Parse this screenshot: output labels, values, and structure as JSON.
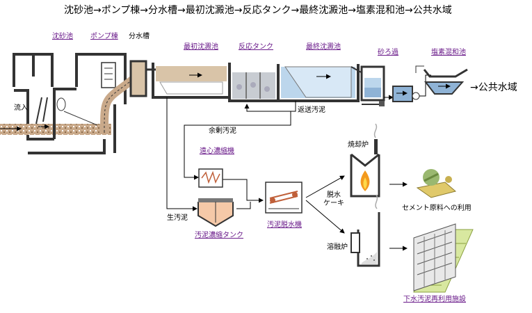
{
  "flow_title": "沈砂池→ポンプ棟→分水槽→最初沈澱池→反応タンク→最終沈澱池→塩素混和池→公共水域",
  "facility_links": {
    "grit_chamber": "沈砂池",
    "pump_house": "ポンプ棟",
    "primary_clarifier": "最初沈澱池",
    "reaction_tank": "反応タンク",
    "final_clarifier": "最終沈澱池",
    "sand_filter": "砂ろ過",
    "chlorine_mixing": "塩素混和池",
    "centrifugal_thickener": "遠心濃縮機",
    "sludge_thickening_tank": "汚泥濃縮タンク",
    "sludge_dewatering": "汚泥脱水機",
    "sewage_sludge_reuse": "下水汚泥再利用施設"
  },
  "labels": {
    "distribution_tank": "分水槽",
    "inflow": "流入",
    "return_sludge": "返送汚泥",
    "excess_sludge": "余剰汚泥",
    "raw_sludge": "生汚泥",
    "incinerator": "焼却炉",
    "dewatered_cake": "脱水\nケーキ",
    "melting_furnace": "溶融炉",
    "cement_use": "セメント原料への利用",
    "public_waters": "→公共水域"
  }
}
